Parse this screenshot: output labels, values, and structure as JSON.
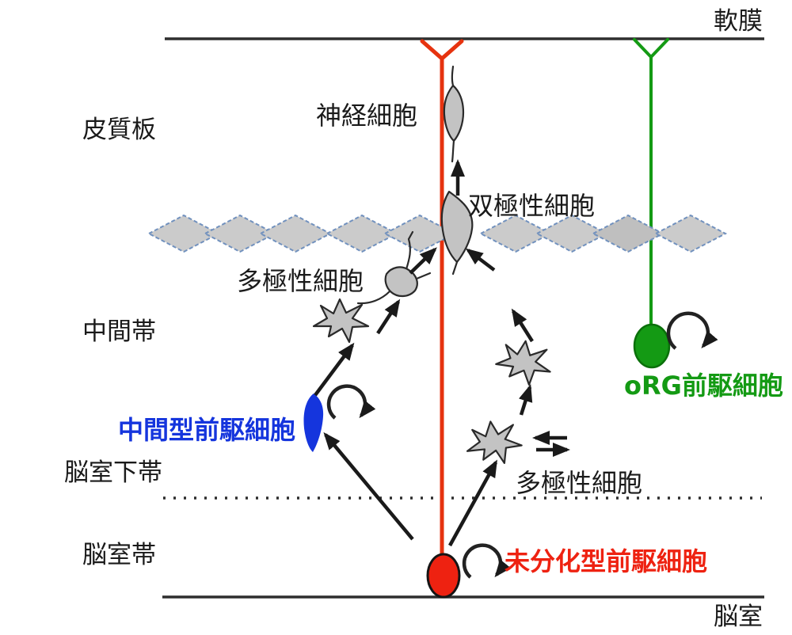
{
  "zones": {
    "pia": "軟膜",
    "cortical_plate": "皮質板",
    "intermediate_zone": "中間帯",
    "subventricular_zone": "脳室下帯",
    "ventricular_zone": "脳室帯",
    "ventricle": "脳室"
  },
  "cells": {
    "neuron": "神経細胞",
    "bipolar_cell": "双極性細胞",
    "multipolar_cell_upper": "多極性細胞",
    "multipolar_cell_lower": "多極性細胞",
    "intermediate_progenitor": "中間型前駆細胞",
    "org_progenitor": "oRG前駆細胞",
    "undifferentiated_progenitor": "未分化型前駆細胞"
  },
  "colors": {
    "radial_fiber_red": "#e6330f",
    "radial_fiber_green": "#149a14",
    "intermediate_progenitor_blue": "#1535dd",
    "org_progenitor_green": "#149a14",
    "undifferentiated_progenitor_red": "#ee2211",
    "cell_gray": "#c3c3c3",
    "diamond_fill": "#cbcbcb",
    "diamond_border": "#7191be",
    "line_black": "#2e2e2e"
  }
}
